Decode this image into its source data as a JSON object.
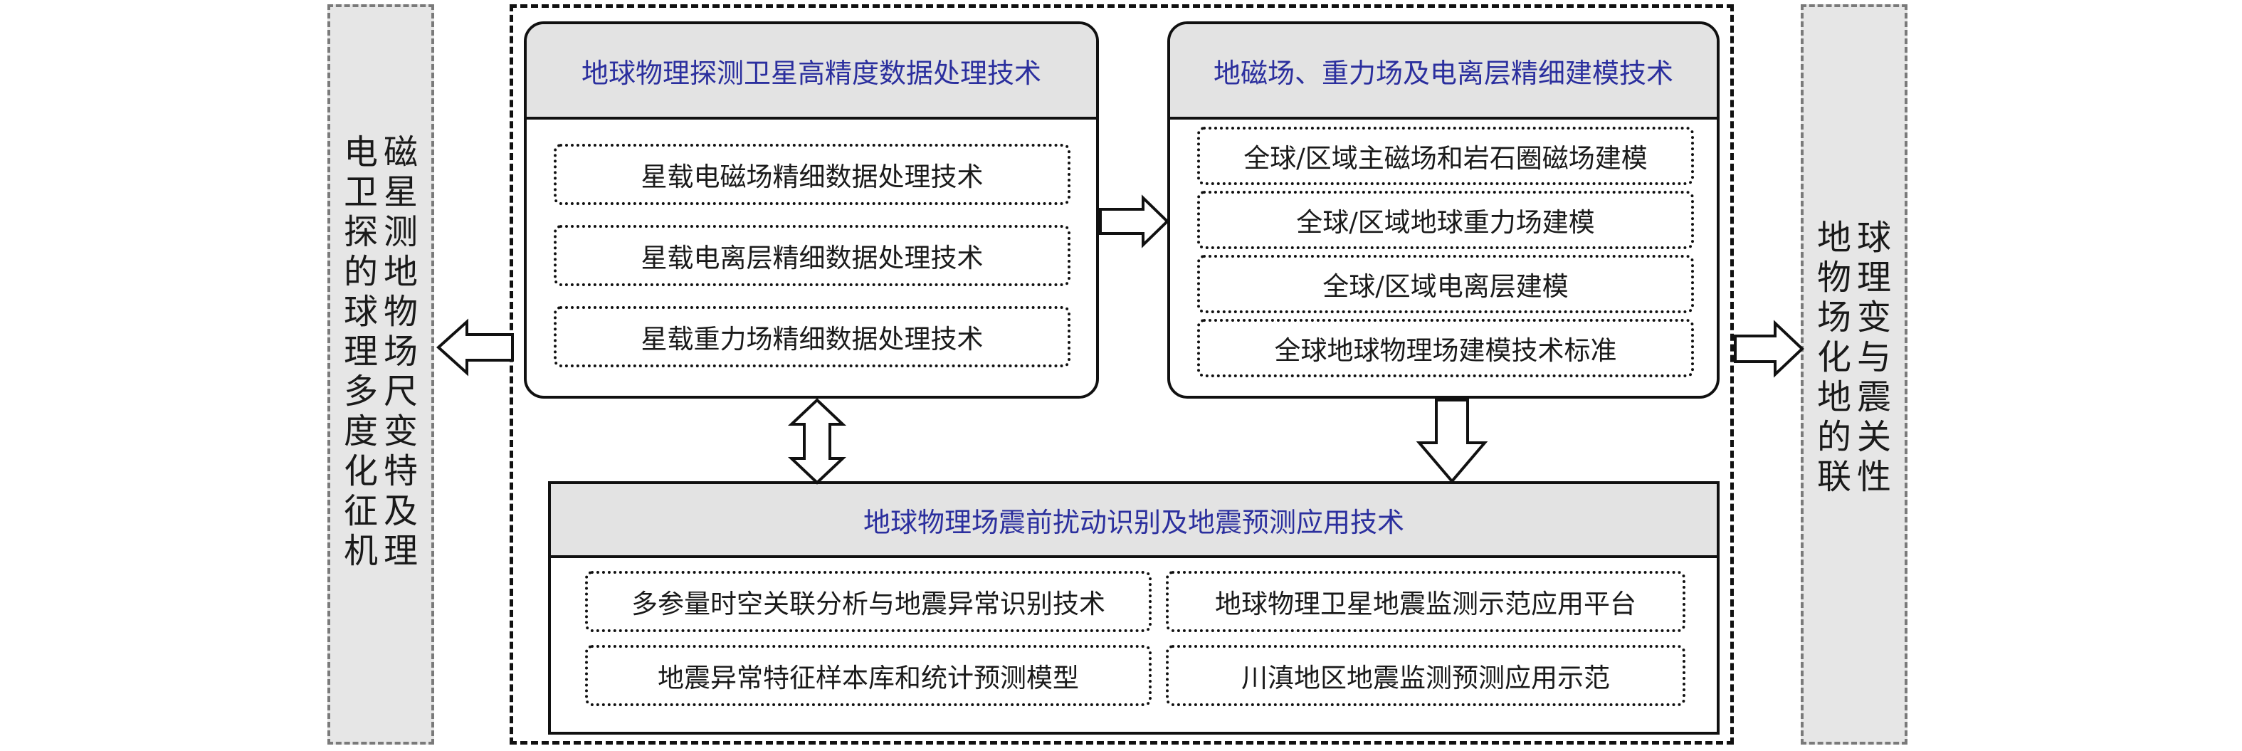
{
  "left_column": {
    "chars": [
      "电",
      "磁",
      "卫",
      "星",
      "探",
      "测",
      "的",
      "地",
      "球",
      "物",
      "理",
      "场",
      "多",
      "尺",
      "度",
      "变",
      "化",
      "特",
      "征",
      "及",
      "机",
      "理"
    ]
  },
  "right_column": {
    "chars": [
      "地",
      "球",
      "物",
      "理",
      "场",
      "变",
      "化",
      "与",
      "地",
      "震",
      "的",
      "关",
      "联",
      "性"
    ]
  },
  "panel_processing": {
    "title": "地球物理探测卫星高精度数据处理技术",
    "items": [
      "星载电磁场精细数据处理技术",
      "星载电离层精细数据处理技术",
      "星载重力场精细数据处理技术"
    ]
  },
  "panel_modeling": {
    "title": "地磁场、重力场及电离层精细建模技术",
    "items": [
      "全球/区域主磁场和岩石圈磁场建模",
      "全球/区域地球重力场建模",
      "全球/区域电离层建模",
      "全球地球物理场建模技术标准"
    ]
  },
  "panel_application": {
    "title": "地球物理场震前扰动识别及地震预测应用技术",
    "items": [
      "多参量时空关联分析与地震异常识别技术",
      "地球物理卫星地震监测示范应用平台",
      "地震异常特征样本库和统计预测模型",
      "川滇地区地震监测预测应用示范"
    ]
  }
}
